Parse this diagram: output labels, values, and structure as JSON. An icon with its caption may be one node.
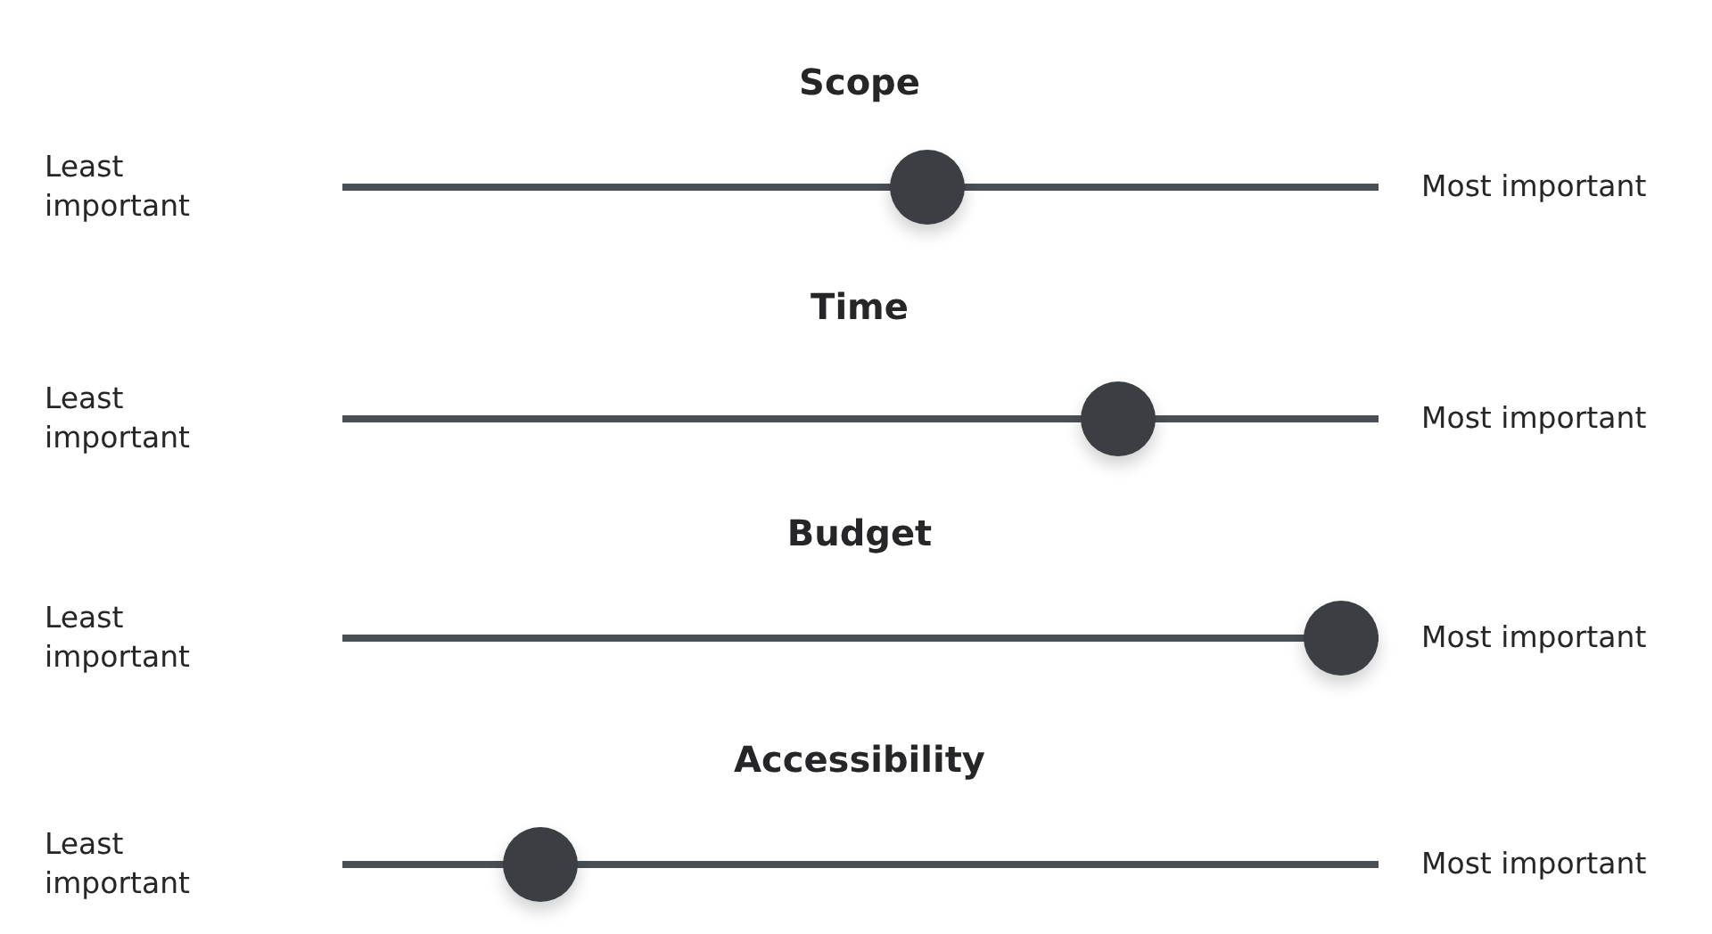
{
  "diagram": {
    "labels": [
      "Scope",
      "Least important",
      "Most important",
      "Time",
      "Least important",
      "Most important",
      "Budget",
      "Least important",
      "Most important",
      "Accessibility",
      "Least important",
      "Most important"
    ]
  }
}
